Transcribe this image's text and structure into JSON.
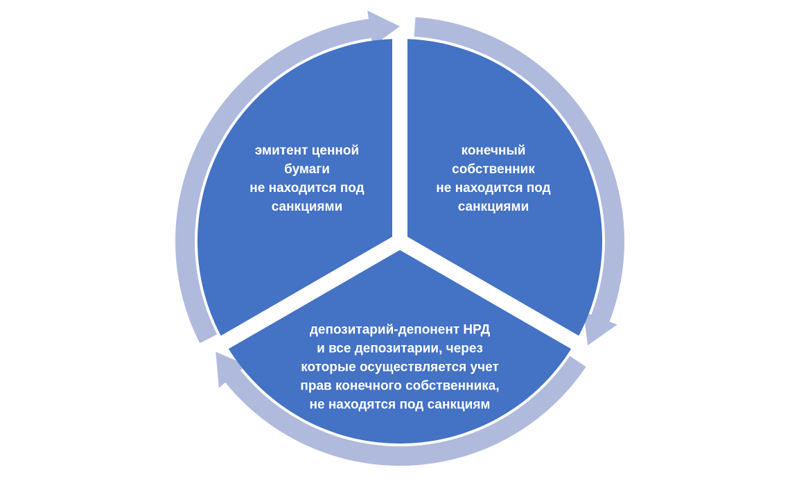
{
  "colors": {
    "sector": "#4472C4",
    "ring": "#B0BADD",
    "background": "#FFFFFF"
  },
  "sectors": [
    {
      "id": "issuer",
      "lines": [
        "эмитент ценной",
        "бумаги",
        "не находится под",
        "санкциями"
      ]
    },
    {
      "id": "owner",
      "lines": [
        "конечный",
        "собственник",
        "не находится под",
        "санкциями"
      ]
    },
    {
      "id": "depository",
      "lines": [
        "депозитарий-депонент НРД",
        "и все депозитарии, через",
        "которые осуществляется учет",
        "прав конечного собственника,",
        "не находятся под санкциям"
      ]
    }
  ]
}
